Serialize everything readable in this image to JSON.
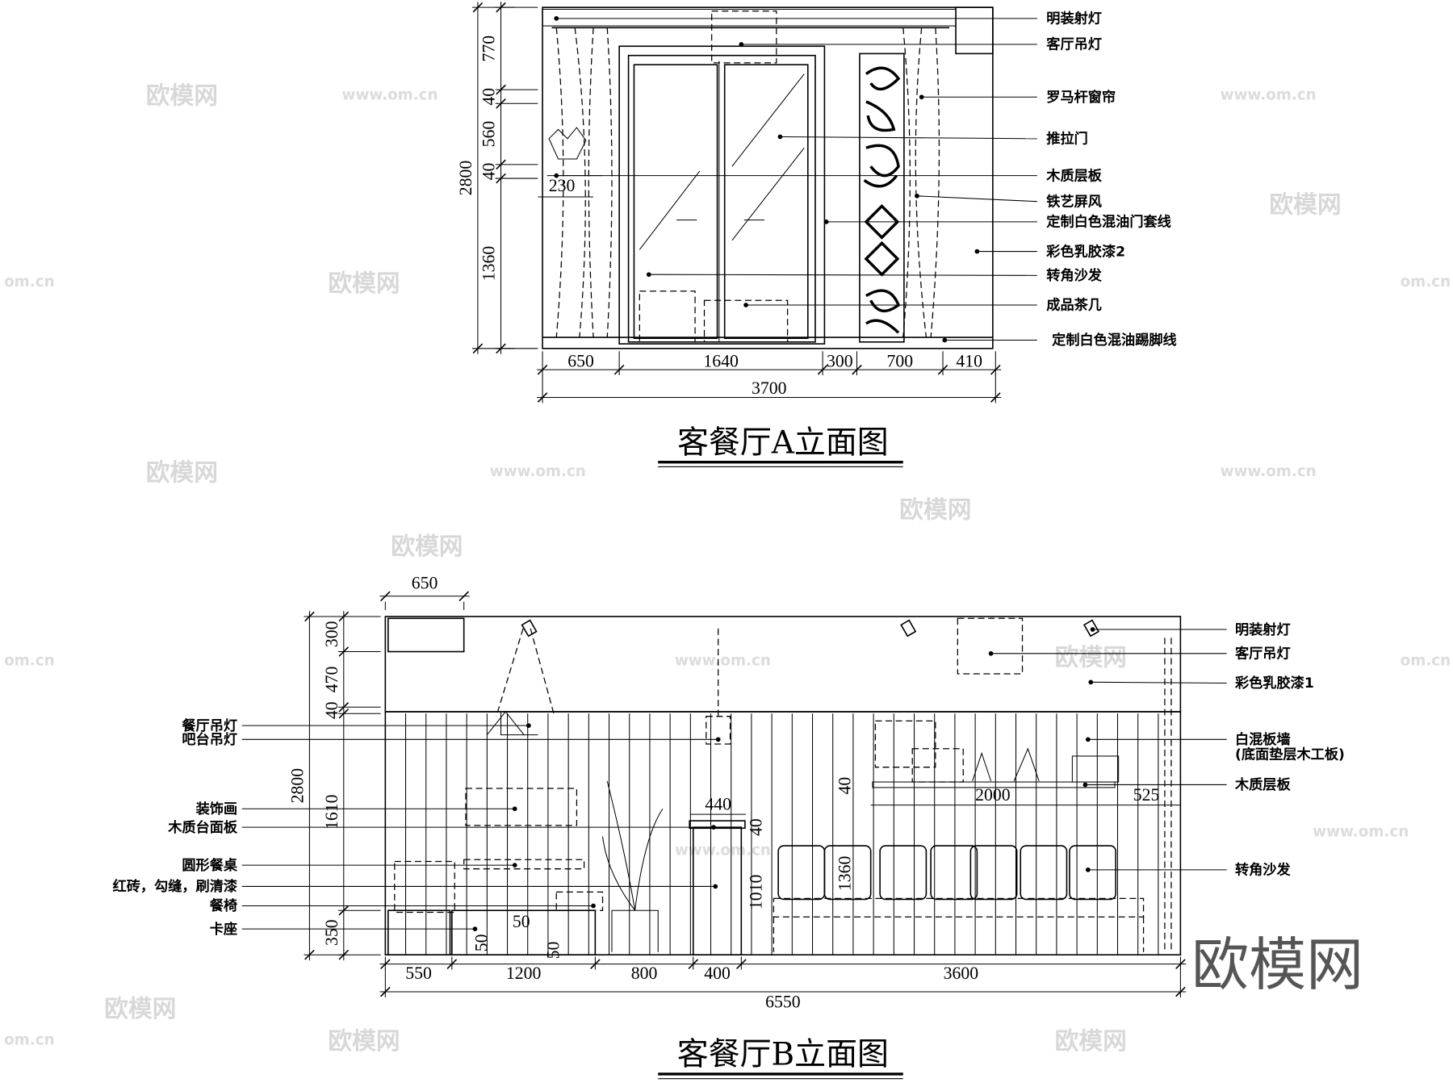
{
  "elevation_a": {
    "title": "客餐厅A立面图",
    "labels": [
      "明装射灯",
      "客厅吊灯",
      "罗马杆窗帘",
      "推拉门",
      "木质层板",
      "铁艺屏风",
      "定制白色混油门套线",
      "彩色乳胶漆2",
      "转角沙发",
      "成品茶几",
      "定制白色混油踢脚线"
    ],
    "dims_bottom": [
      "650",
      "1640",
      "300",
      "700",
      "410"
    ],
    "dim_total": "3700",
    "dims_left": [
      "770",
      "40",
      "560",
      "40",
      "1360"
    ],
    "dim_height": "2800",
    "dim_inner": "230"
  },
  "elevation_b": {
    "title": "客餐厅B立面图",
    "labels_right": [
      "明装射灯",
      "客厅吊灯",
      "彩色乳胶漆1",
      "白混板墙",
      "(底面垫层木工板)",
      "木质层板",
      "转角沙发"
    ],
    "labels_left": [
      "餐厅吊灯",
      "吧台吊灯",
      "装饰画",
      "木质台面板",
      "圆形餐桌",
      "红砖，勾缝，刷清漆",
      "餐椅",
      "卡座"
    ],
    "dims_bottom": [
      "550",
      "1200",
      "800",
      "400",
      "3600"
    ],
    "dim_total": "6550",
    "dim_top": "650",
    "dims_left": [
      "300",
      "470",
      "40",
      "1610",
      "350"
    ],
    "dim_height": "2800",
    "dims_inner": [
      "440",
      "40",
      "1010",
      "1360",
      "40",
      "2000",
      "525",
      "50",
      "50",
      "50"
    ]
  },
  "watermarks": {
    "logo": "欧模网",
    "url": "www.om.cn",
    "url_short": "om.cn"
  }
}
